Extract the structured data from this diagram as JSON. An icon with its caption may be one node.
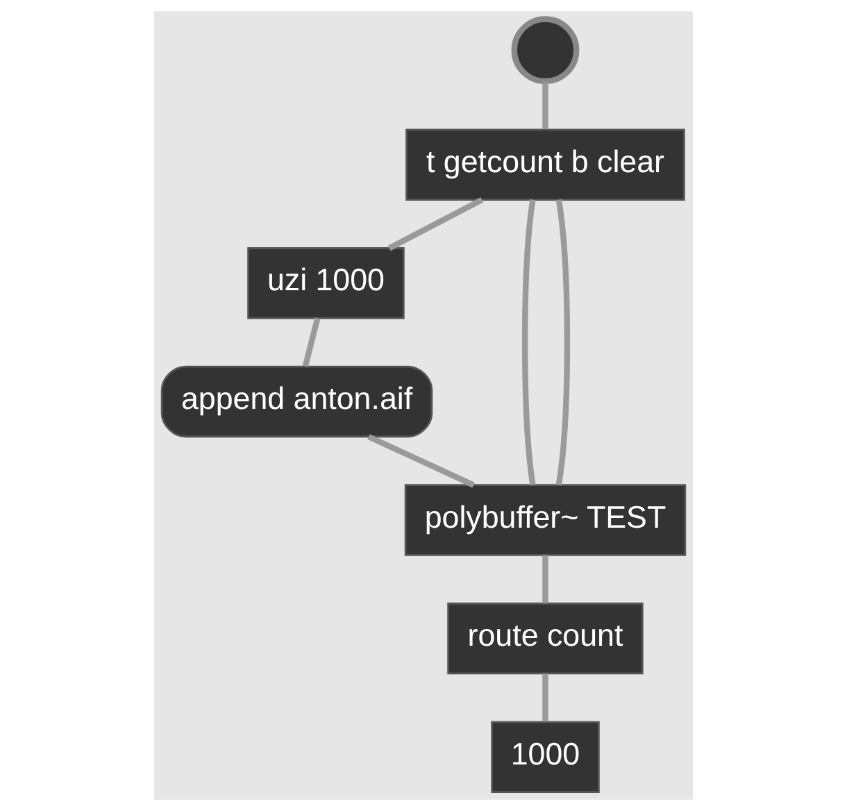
{
  "diagram": {
    "nodes": [
      {
        "text": [],
        "shape": "circle"
      },
      {
        "text": [
          "t getcount b clear"
        ]
      },
      {
        "text": [
          "uzi 1000"
        ]
      },
      {
        "text": [
          "append anton.aif"
        ]
      },
      {
        "text": [
          "polybuffer~ TEST"
        ]
      },
      {
        "text": [
          "route count"
        ]
      },
      {
        "text": [
          "1000"
        ]
      }
    ],
    "edges": [
      {
        "from": 0,
        "to": 1,
        "arrow": "none"
      },
      {
        "from": 1,
        "to": 4,
        "arrow": "none"
      },
      {
        "from": 1,
        "to": 2,
        "arrow": "none"
      },
      {
        "from": 1,
        "to": 4,
        "arrow": "none"
      },
      {
        "from": 2,
        "to": 3,
        "arrow": "none"
      },
      {
        "from": 3,
        "to": 4,
        "arrow": "none"
      },
      {
        "from": 4,
        "to": 5,
        "arrow": "none"
      },
      {
        "from": 5,
        "to": 6,
        "arrow": "none"
      }
    ]
  }
}
